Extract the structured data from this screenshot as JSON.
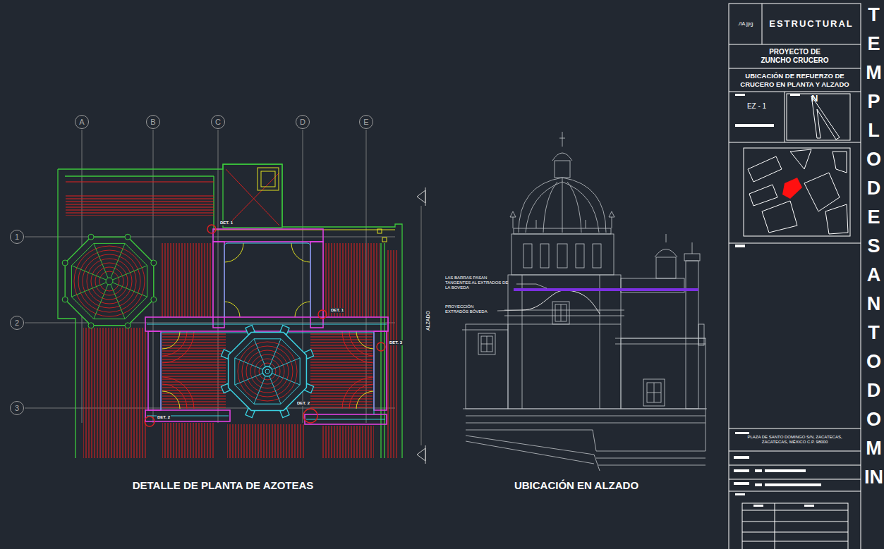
{
  "diagram": {
    "nodes": [
      {
        "text": [
          "A"
        ]
      },
      {
        "text": [
          "B"
        ]
      },
      {
        "text": [
          "C"
        ]
      },
      {
        "text": [
          "D"
        ]
      },
      {
        "text": [
          "E"
        ]
      },
      {
        "text": [
          "1"
        ]
      },
      {
        "text": [
          "2"
        ]
      },
      {
        "text": [
          "3"
        ]
      },
      {
        "text": [
          "./IA.jpg"
        ]
      },
      {
        "text": [
          "ESTRUCTURAL"
        ]
      },
      {
        "text": [
          "PROYECTO DE ZUNCHO CRUCERO"
        ]
      },
      {
        "text": [
          "UBICACIÓN DE REFUERZO DE CRUCERO EN PLANTA Y ALZADO"
        ]
      },
      {
        "text": [
          "EZ - 1"
        ]
      },
      {
        "text": [
          "PLAZA DE SANTO DOMINGO S/N, ZACATECAS, ZACATECAS, MÉXICO C.P. 98000"
        ]
      }
    ],
    "labels": [
      "DET. 1",
      "DET. 1",
      "DET. 3",
      "DET. 2",
      "DET. 2",
      "ALZADO",
      "LAS BARRAS PASAN TANGENTES AL EXTRADOS DE LA BOVEDA",
      "PROYECCIÓN EXTRADÓS BÓVEDA",
      "DETALLE DE PLANTA DE AZOTEAS",
      "UBICACIÓN EN ALZADO",
      "N",
      "TEMPLO DE SANTO DOMIN"
    ]
  }
}
